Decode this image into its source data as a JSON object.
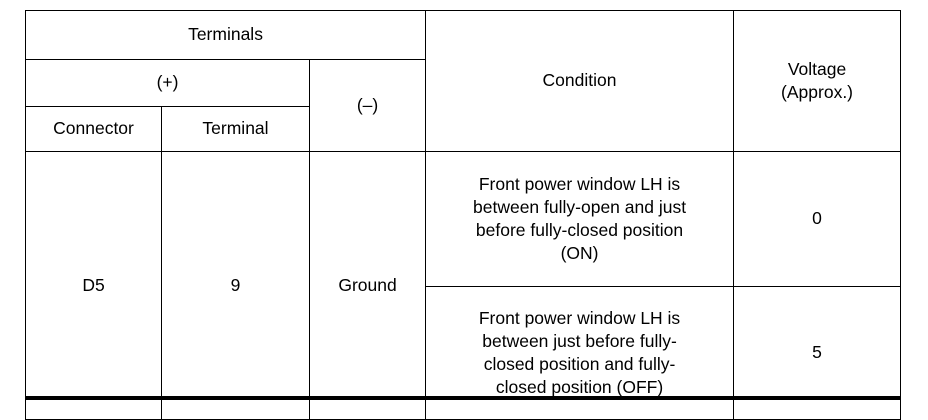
{
  "table": {
    "headers": {
      "terminals": "Terminals",
      "positive": "(+)",
      "negative": "(–)",
      "connector": "Connector",
      "terminal": "Terminal",
      "condition": "Condition",
      "voltage_line1": "Voltage",
      "voltage_line2": "(Approx.)"
    },
    "rows": [
      {
        "connector": "D5",
        "terminal": "9",
        "ground": "Ground",
        "conditions": [
          {
            "lines": [
              "Front power window LH is",
              "between fully-open and just",
              "before fully-closed position",
              "(ON)"
            ],
            "voltage": "0"
          },
          {
            "lines": [
              "Front power window LH is",
              "between just before fully-",
              "closed position and fully-",
              "closed position (OFF)"
            ],
            "voltage": "5"
          }
        ]
      }
    ]
  },
  "colors": {
    "text": "#000000",
    "border": "#000000",
    "background": "#ffffff"
  }
}
